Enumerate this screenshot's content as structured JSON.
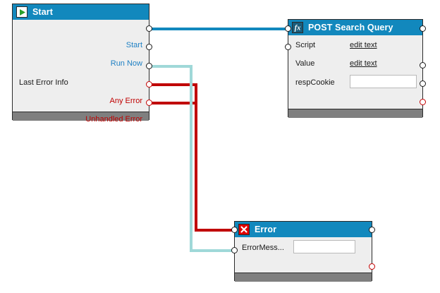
{
  "canvas": {
    "background": "#ffffff",
    "accent_header": "#1288bd",
    "footer_gray": "#7f7f7f",
    "wire_blue": "#1288bd",
    "wire_teal": "#9fd8d8",
    "wire_red": "#c00000",
    "label_blue": "#2081c4",
    "label_red": "#c00000",
    "port_black": "#1a1a1a",
    "port_red": "#c40000"
  },
  "nodes": {
    "start": {
      "title": "Start",
      "icon": "play-icon",
      "ports": [
        {
          "label": "Start",
          "color": "blue",
          "port": "black"
        },
        {
          "label": "Run Now",
          "color": "blue",
          "port": "black"
        },
        {
          "label": "Last Error Info",
          "color": "dark",
          "port": "black"
        },
        {
          "label": "Any Error",
          "color": "red",
          "port": "red"
        },
        {
          "label": "Unhandled Error",
          "color": "red",
          "port": "red"
        }
      ]
    },
    "post_search_query": {
      "title": "POST Search Query",
      "icon": "fx-icon",
      "fields": [
        {
          "label": "Script",
          "control": "link",
          "value": "edit text"
        },
        {
          "label": "Value",
          "control": "link",
          "value": "edit text"
        },
        {
          "label": "respCookie",
          "control": "input",
          "value": "",
          "placeholder": ""
        }
      ]
    },
    "error": {
      "title": "Error",
      "icon": "error-x-icon",
      "fields": [
        {
          "label": "ErrorMess...",
          "control": "input",
          "value": "",
          "placeholder": ""
        }
      ]
    }
  }
}
